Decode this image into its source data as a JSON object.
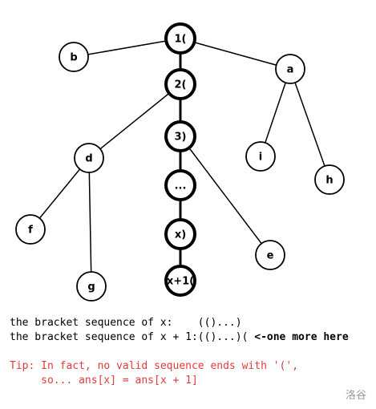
{
  "nodes": [
    {
      "id": "n1",
      "label": "1(",
      "on_path": true
    },
    {
      "id": "b",
      "label": "b",
      "on_path": false
    },
    {
      "id": "a",
      "label": "a",
      "on_path": false
    },
    {
      "id": "n2",
      "label": "2(",
      "on_path": true
    },
    {
      "id": "d",
      "label": "d",
      "on_path": false
    },
    {
      "id": "n3",
      "label": "3)",
      "on_path": true
    },
    {
      "id": "i",
      "label": "i",
      "on_path": false
    },
    {
      "id": "h",
      "label": "h",
      "on_path": false
    },
    {
      "id": "ndots",
      "label": "...",
      "on_path": true
    },
    {
      "id": "f",
      "label": "f",
      "on_path": false
    },
    {
      "id": "nx",
      "label": "x)",
      "on_path": true
    },
    {
      "id": "e",
      "label": "e",
      "on_path": false
    },
    {
      "id": "g",
      "label": "g",
      "on_path": false
    },
    {
      "id": "nx1",
      "label": "x+1(",
      "on_path": true
    }
  ],
  "edges": [
    [
      "n1",
      "b"
    ],
    [
      "n1",
      "a"
    ],
    [
      "n1",
      "n2"
    ],
    [
      "a",
      "i"
    ],
    [
      "a",
      "h"
    ],
    [
      "n2",
      "d"
    ],
    [
      "n2",
      "n3"
    ],
    [
      "d",
      "f"
    ],
    [
      "d",
      "g"
    ],
    [
      "n3",
      "ndots"
    ],
    [
      "n3",
      "e"
    ],
    [
      "ndots",
      "nx"
    ],
    [
      "nx",
      "nx1"
    ]
  ],
  "text": {
    "line1": "the bracket sequence of x:    (()...)",
    "line2_prefix": "the bracket sequence of x + 1:(()...)(",
    "line2_note": " <-one more here",
    "tip_line1": "Tip: In fact, no valid sequence ends with '(',",
    "tip_line2": "     so... ans[x] = ans[x + 1]"
  },
  "watermark": "洛谷",
  "colors": {
    "tip": "#e23b3b",
    "watermark": "#999999"
  }
}
